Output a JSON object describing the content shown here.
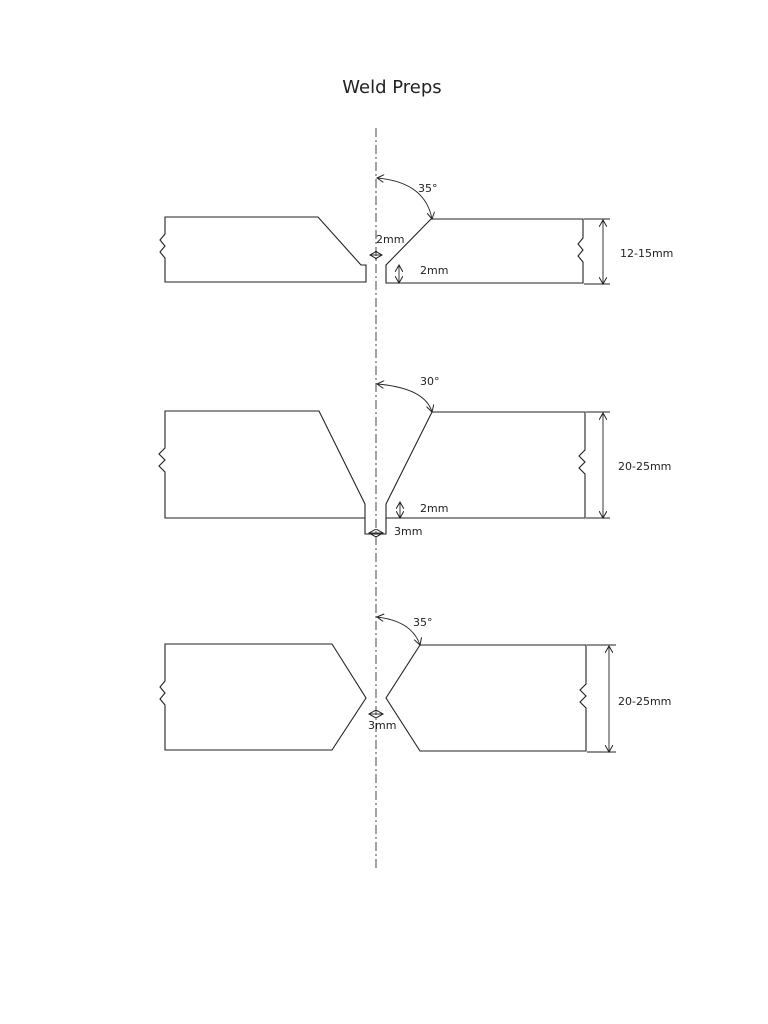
{
  "title": "Weld Preps",
  "preps": [
    {
      "id": "prep-1",
      "angle": "35°",
      "root_gap": "2mm",
      "root_face": "2mm",
      "thickness": "12-15mm"
    },
    {
      "id": "prep-2",
      "angle": "30°",
      "root_face": "2mm",
      "root_gap": "3mm",
      "thickness": "20-25mm"
    },
    {
      "id": "prep-3",
      "angle": "35°",
      "root_gap": "3mm",
      "thickness": "20-25mm"
    }
  ]
}
